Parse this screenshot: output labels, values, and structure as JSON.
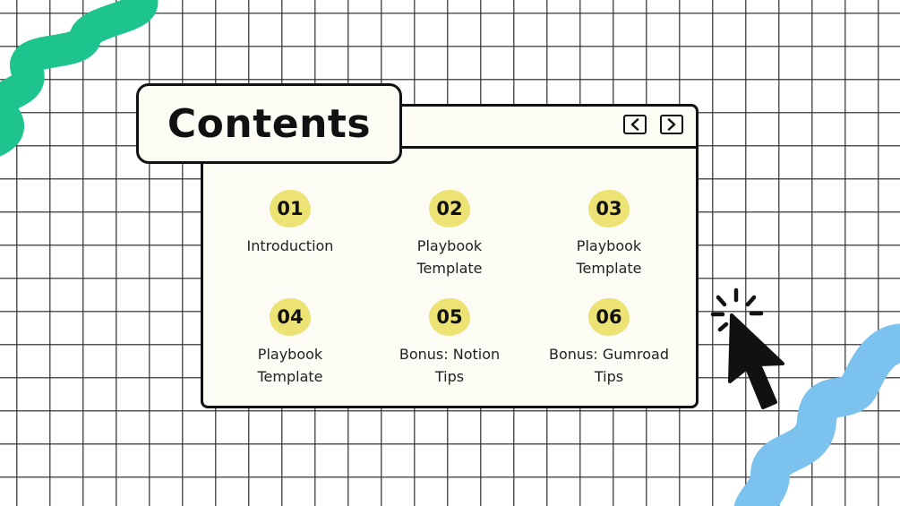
{
  "title": "Contents",
  "colors": {
    "badge": "#ece374",
    "panel": "#fcfbf4",
    "green_squiggle": "#1ec48e",
    "blue_squiggle": "#7cc2ee",
    "ink": "#111111"
  },
  "icons": {
    "prev": "chevron-left-icon",
    "next": "chevron-right-icon",
    "pointer": "mouse-pointer-icon"
  },
  "items": [
    {
      "number": "01",
      "label": "Introduction"
    },
    {
      "number": "02",
      "label": "Playbook\nTemplate"
    },
    {
      "number": "03",
      "label": "Playbook\nTemplate"
    },
    {
      "number": "04",
      "label": "Playbook\nTemplate"
    },
    {
      "number": "05",
      "label": "Bonus: Notion\nTips"
    },
    {
      "number": "06",
      "label": "Bonus: Gumroad\nTips"
    }
  ]
}
